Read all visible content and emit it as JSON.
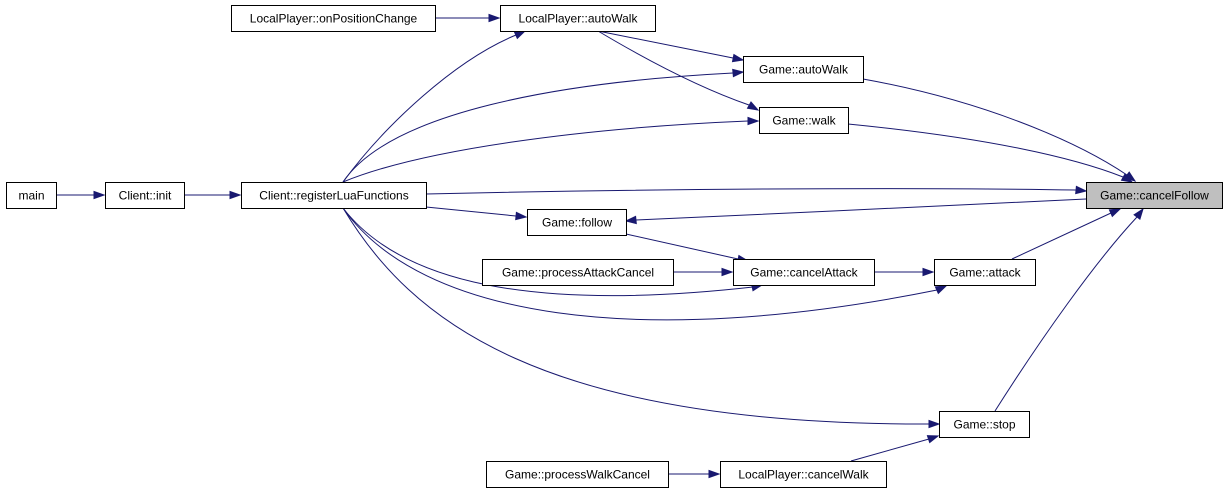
{
  "graph": {
    "nodes": [
      {
        "id": "main",
        "label": "main"
      },
      {
        "id": "client_init",
        "label": "Client::init"
      },
      {
        "id": "register_lua",
        "label": "Client::registerLuaFunctions"
      },
      {
        "id": "lp_onposchange",
        "label": "LocalPlayer::onPositionChange"
      },
      {
        "id": "lp_autowalk",
        "label": "LocalPlayer::autoWalk"
      },
      {
        "id": "game_autowalk",
        "label": "Game::autoWalk"
      },
      {
        "id": "game_walk",
        "label": "Game::walk"
      },
      {
        "id": "game_follow",
        "label": "Game::follow"
      },
      {
        "id": "game_procattackcancel",
        "label": "Game::processAttackCancel"
      },
      {
        "id": "game_cancelattack",
        "label": "Game::cancelAttack"
      },
      {
        "id": "game_attack",
        "label": "Game::attack"
      },
      {
        "id": "game_stop",
        "label": "Game::stop"
      },
      {
        "id": "game_procwalkcancel",
        "label": "Game::processWalkCancel"
      },
      {
        "id": "lp_cancelwalk",
        "label": "LocalPlayer::cancelWalk"
      },
      {
        "id": "game_cancelfollow",
        "label": "Game::cancelFollow",
        "focus": true
      }
    ],
    "edges": [
      {
        "from": "main",
        "to": "client_init"
      },
      {
        "from": "client_init",
        "to": "register_lua"
      },
      {
        "from": "lp_onposchange",
        "to": "lp_autowalk"
      },
      {
        "from": "register_lua",
        "to": "lp_autowalk"
      },
      {
        "from": "lp_autowalk",
        "to": "game_autowalk"
      },
      {
        "from": "lp_autowalk",
        "to": "game_walk"
      },
      {
        "from": "register_lua",
        "to": "game_autowalk"
      },
      {
        "from": "register_lua",
        "to": "game_walk"
      },
      {
        "from": "game_autowalk",
        "to": "game_cancelfollow"
      },
      {
        "from": "game_walk",
        "to": "game_cancelfollow"
      },
      {
        "from": "register_lua",
        "to": "game_cancelfollow"
      },
      {
        "from": "game_cancelfollow",
        "to": "game_follow"
      },
      {
        "from": "register_lua",
        "to": "game_follow"
      },
      {
        "from": "game_follow",
        "to": "game_cancelattack"
      },
      {
        "from": "game_procattackcancel",
        "to": "game_cancelattack"
      },
      {
        "from": "register_lua",
        "to": "game_cancelattack"
      },
      {
        "from": "game_cancelattack",
        "to": "game_attack"
      },
      {
        "from": "register_lua",
        "to": "game_attack"
      },
      {
        "from": "game_attack",
        "to": "game_cancelfollow"
      },
      {
        "from": "register_lua",
        "to": "game_stop"
      },
      {
        "from": "game_stop",
        "to": "game_cancelfollow"
      },
      {
        "from": "lp_cancelwalk",
        "to": "game_stop"
      },
      {
        "from": "game_procwalkcancel",
        "to": "lp_cancelwalk"
      }
    ]
  },
  "colors": {
    "edge": "#191970",
    "node_border": "#000000",
    "node_fill": "#ffffff",
    "focus_fill": "#bfbfbf"
  }
}
